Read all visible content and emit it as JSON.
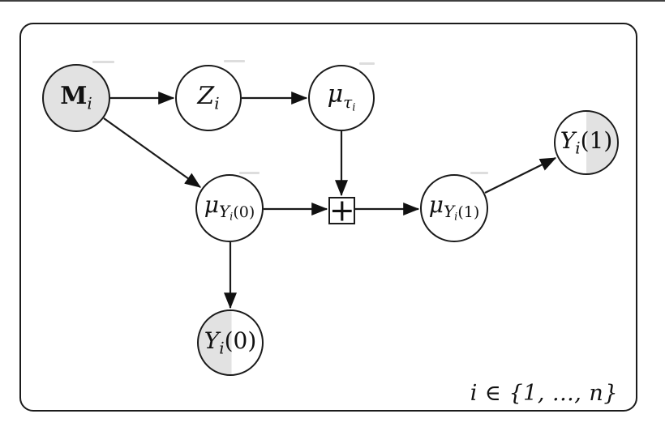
{
  "figure": {
    "type": "graphical-model-plate-diagram",
    "plate_label": "i ∈ {1, ..., n}",
    "colors": {
      "background": "#ffffff",
      "stroke": "#1b1b1b",
      "node_fill": "#ffffff",
      "shaded_fill": "#e2e2e2"
    }
  },
  "nodes": {
    "m": {
      "label": "M_i",
      "main": "M",
      "sub": "i",
      "shading": "full"
    },
    "z": {
      "label": "Z_i",
      "main": "Z",
      "sub": "i",
      "shading": "none"
    },
    "mu_tau": {
      "label": "μ_τ_i",
      "main": "μ",
      "sub": "τ",
      "subsub": "i",
      "shading": "none"
    },
    "mu_y0": {
      "label": "μ_Y_i(0)",
      "main": "μ",
      "sub": "Y",
      "subsub": "i",
      "tail": "(0)",
      "shading": "none"
    },
    "mu_y1": {
      "label": "μ_Y_i(1)",
      "main": "μ",
      "sub": "Y",
      "subsub": "i",
      "tail": "(1)",
      "shading": "none"
    },
    "y1": {
      "label": "Y_i(1)",
      "main": "Y",
      "sub": "i",
      "tail": "(1)",
      "shading": "right-half"
    },
    "y0": {
      "label": "Y_i(0)",
      "main": "Y",
      "sub": "i",
      "tail": "(0)",
      "shading": "left-half"
    },
    "sum": {
      "label": "+"
    }
  },
  "edges": [
    {
      "from": "M_i",
      "to": "Z_i"
    },
    {
      "from": "Z_i",
      "to": "μ_τ_i"
    },
    {
      "from": "M_i",
      "to": "μ_Y_i(0)"
    },
    {
      "from": "μ_τ_i",
      "to": "+"
    },
    {
      "from": "μ_Y_i(0)",
      "to": "+"
    },
    {
      "from": "+",
      "to": "μ_Y_i(1)"
    },
    {
      "from": "μ_Y_i(1)",
      "to": "Y_i(1)"
    },
    {
      "from": "μ_Y_i(0)",
      "to": "Y_i(0)"
    }
  ]
}
